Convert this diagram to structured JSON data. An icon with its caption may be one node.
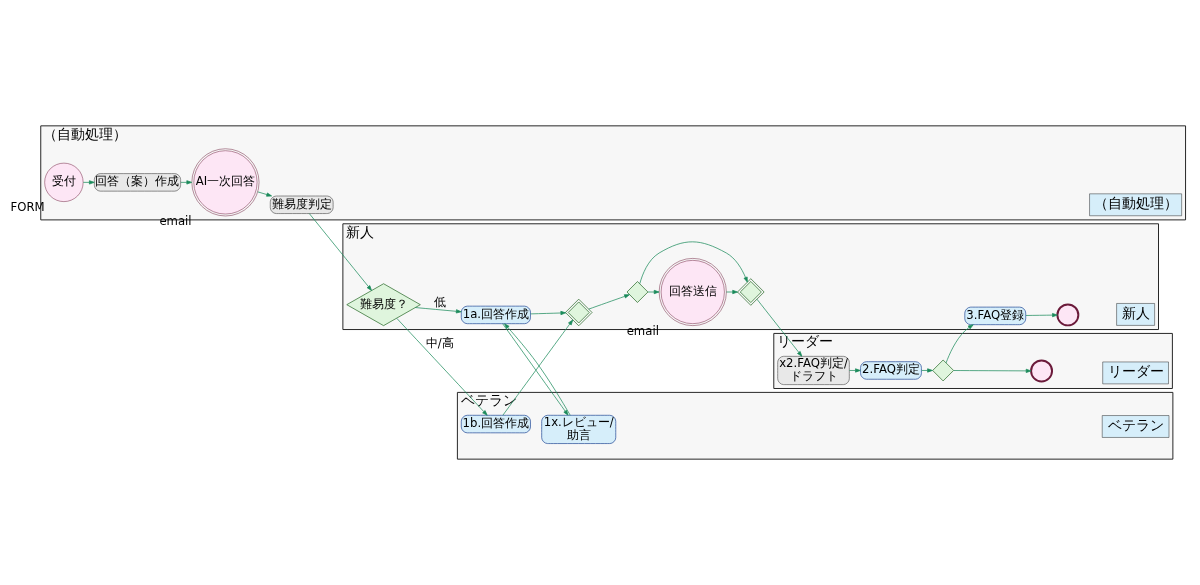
{
  "diagram": {
    "nodes": [
      {
        "text": [
          "（自動処理）",
          "（自動処理）"
        ]
      },
      {
        "text": [
          "新人",
          "新人"
        ]
      },
      {
        "text": [
          "ベテラン",
          "ベテラン"
        ]
      },
      {
        "text": [
          "リーダー",
          "リーダー"
        ]
      },
      {
        "text": [
          "受付"
        ],
        "beside": [
          "FORM"
        ],
        "in": 0
      },
      {
        "text": [
          "回答（案）作成"
        ],
        "in": 0
      },
      {
        "text": [
          "AI一次回答"
        ],
        "beside": [
          "email"
        ],
        "in": 0
      },
      {
        "text": [
          "難易度判定"
        ],
        "in": 0
      },
      {
        "text": [
          "難易度？"
        ],
        "in": 1
      },
      {
        "text": [
          "1a.回答作成"
        ],
        "in": 1
      },
      {
        "text": [],
        "shape": "diamond",
        "in": 1
      },
      {
        "text": [],
        "shape": "diamond",
        "in": 1
      },
      {
        "text": [
          "回答送信"
        ],
        "beside": [
          "email"
        ],
        "in": 1
      },
      {
        "text": [],
        "shape": "diamond",
        "in": 1
      },
      {
        "text": [
          "3.FAQ登録"
        ],
        "in": 1
      },
      {
        "text": [],
        "shape": "circle",
        "in": 1
      },
      {
        "text": [
          "1x.レビュー/助言"
        ],
        "in": 2
      },
      {
        "text": [
          "1b.回答作成"
        ],
        "in": 2
      },
      {
        "text": [
          "x2.FAQ判定/ドラフト"
        ],
        "in": 3
      },
      {
        "text": [
          "2.FAQ判定"
        ],
        "in": 3
      },
      {
        "text": [],
        "shape": "diamond",
        "in": 3
      },
      {
        "text": [],
        "shape": "circle",
        "in": 3
      }
    ],
    "edges": [
      {
        "from": 4,
        "to": 5,
        "arrow": "to"
      },
      {
        "from": 5,
        "to": 6,
        "arrow": "to"
      },
      {
        "from": 6,
        "to": 7,
        "arrow": "to"
      },
      {
        "from": 7,
        "to": 8,
        "arrow": "to"
      },
      {
        "from": 8,
        "to": 9,
        "label": "低",
        "arrow": "to"
      },
      {
        "from": 8,
        "to": 17,
        "label": "中/高",
        "arrow": "to"
      },
      {
        "from": 9,
        "to": 16,
        "arrow": "to"
      },
      {
        "from": 16,
        "to": 9,
        "arrow": "to"
      },
      {
        "from": 9,
        "to": 10,
        "arrow": "to"
      },
      {
        "from": 17,
        "to": 10,
        "arrow": "to"
      },
      {
        "from": 10,
        "to": 11,
        "arrow": "to"
      },
      {
        "from": 11,
        "to": 12,
        "arrow": "to"
      },
      {
        "from": 11,
        "to": 13,
        "arrow": "to"
      },
      {
        "from": 12,
        "to": 13,
        "arrow": "to"
      },
      {
        "from": 13,
        "to": 18,
        "arrow": "to"
      },
      {
        "from": 18,
        "to": 19,
        "arrow": "to"
      },
      {
        "from": 19,
        "to": 20,
        "arrow": "to"
      },
      {
        "from": 20,
        "to": 14,
        "arrow": "to"
      },
      {
        "from": 20,
        "to": 21,
        "arrow": "to"
      },
      {
        "from": 14,
        "to": 15,
        "arrow": "to"
      }
    ]
  }
}
